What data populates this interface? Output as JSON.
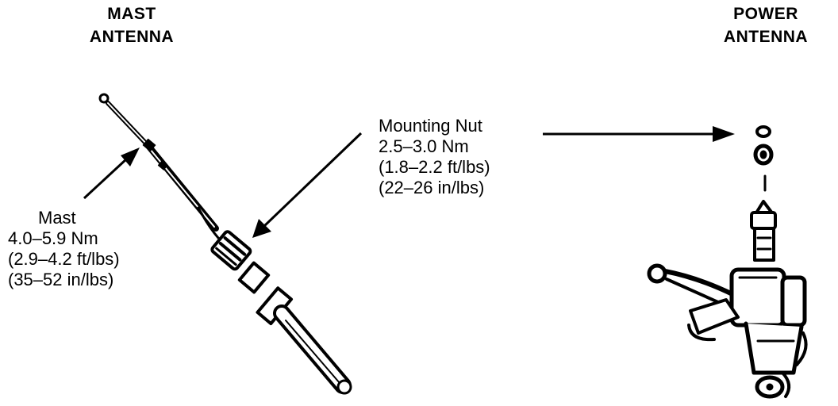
{
  "titles": {
    "mast": [
      "MAST",
      "ANTENNA"
    ],
    "power": [
      "POWER",
      "ANTENNA"
    ]
  },
  "callouts": {
    "mounting_nut": [
      "Mounting Nut",
      "2.5–3.0 Nm",
      "(1.8–2.2 ft/lbs)",
      "(22–26 in/lbs)"
    ],
    "mast": [
      "Mast",
      "4.0–5.9 Nm",
      "(2.9–4.2 ft/lbs)",
      "(35–52 in/lbs)"
    ]
  },
  "colors": {
    "ink": "#000000",
    "paper": "#ffffff"
  }
}
